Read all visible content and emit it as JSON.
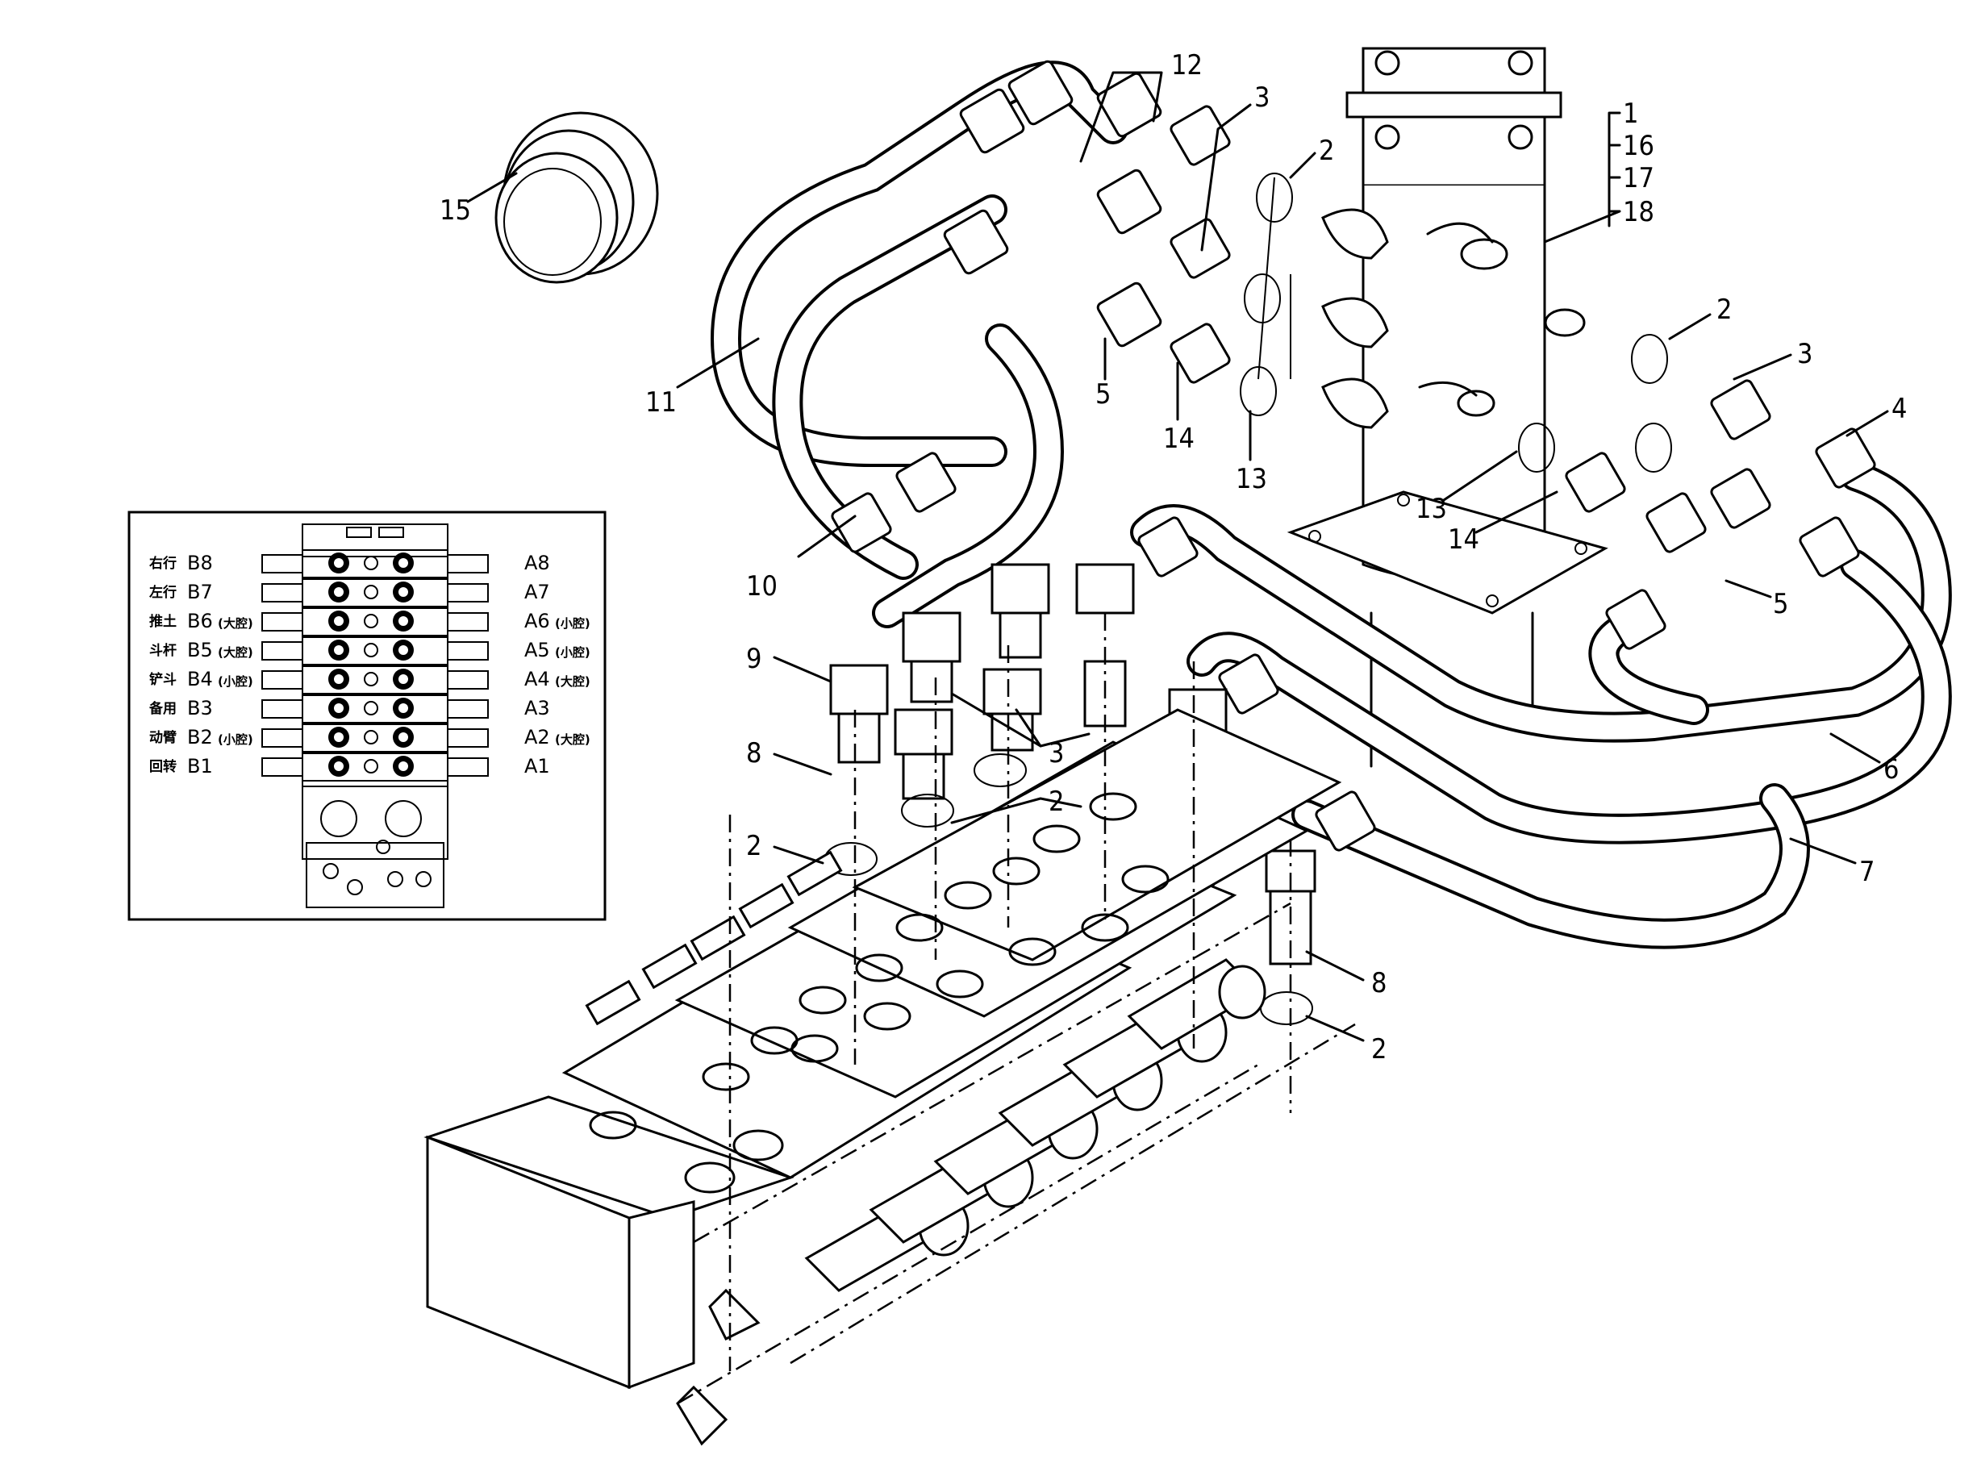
{
  "callouts": {
    "c1": "1",
    "c16": "16",
    "c17": "17",
    "c18": "18",
    "c12": "12",
    "c3a": "3",
    "c2a": "2",
    "c15": "15",
    "c11": "11",
    "c5a": "5",
    "c14a": "14",
    "c13a": "13",
    "c2b": "2",
    "c3b": "3",
    "c4": "4",
    "c13b": "13",
    "c14b": "14",
    "c5b": "5",
    "c10": "10",
    "c9": "9",
    "c8a": "8",
    "c3c": "3",
    "c2c": "2",
    "c2d": "2",
    "c6": "6",
    "c7": "7",
    "c8b": "8",
    "c2e": "2"
  },
  "inset": {
    "rows": [
      {
        "cn": "右行",
        "b": "B8",
        "bs": "",
        "a": "A8",
        "as": ""
      },
      {
        "cn": "左行",
        "b": "B7",
        "bs": "",
        "a": "A7",
        "as": ""
      },
      {
        "cn": "推土",
        "b": "B6",
        "bs": "(大腔)",
        "a": "A6",
        "as": "(小腔)"
      },
      {
        "cn": "斗杆",
        "b": "B5",
        "bs": "(大腔)",
        "a": "A5",
        "as": "(小腔)"
      },
      {
        "cn": "铲斗",
        "b": "B4",
        "bs": "(小腔)",
        "a": "A4",
        "as": "(大腔)"
      },
      {
        "cn": "备用",
        "b": "B3",
        "bs": "",
        "a": "A3",
        "as": ""
      },
      {
        "cn": "动臂",
        "b": "B2",
        "bs": "(小腔)",
        "a": "A2",
        "as": "(大腔)"
      },
      {
        "cn": "回转",
        "b": "B1",
        "bs": "",
        "a": "A1",
        "as": ""
      }
    ]
  }
}
